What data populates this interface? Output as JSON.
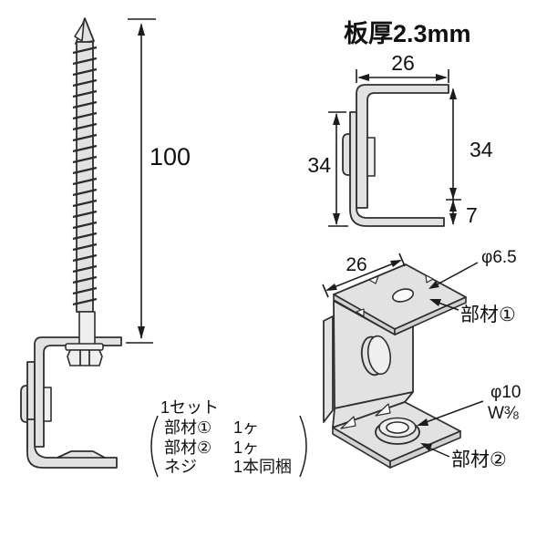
{
  "title": "板厚2.3mm",
  "colors": {
    "metal_fill": "#e2e2e2",
    "line": "#2f2f2f",
    "background": "#ffffff"
  },
  "screw": {
    "length": "100"
  },
  "side_view": {
    "top_width": "26",
    "left_height": "34",
    "right_height": "34",
    "bottom_height": "7"
  },
  "perspective_view": {
    "top_width": "26",
    "top_hole": "φ6.5",
    "part1": "部材①",
    "bottom_hole_dia": "φ10",
    "bottom_hole_thread": "W⅜",
    "part2": "部材②"
  },
  "parts_list": {
    "set": "1セット",
    "rows": [
      {
        "name": "部材①",
        "qty": "1ヶ"
      },
      {
        "name": "部材②",
        "qty": "1ヶ"
      },
      {
        "name": "ネジ",
        "qty": "1本同梱"
      }
    ]
  }
}
